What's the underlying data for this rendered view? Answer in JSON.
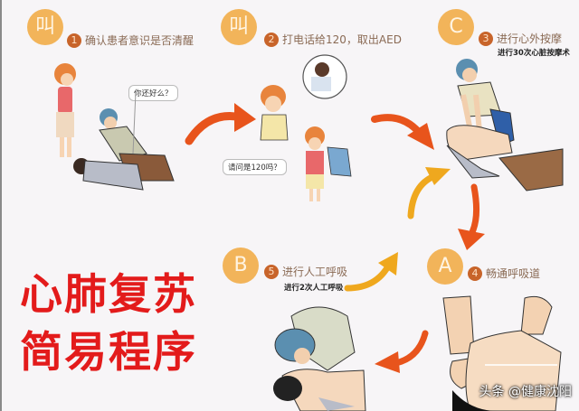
{
  "title": {
    "line1": "心肺复苏",
    "line2": "简易程序",
    "color": "#e31b1b"
  },
  "steps": [
    {
      "badge": "叫",
      "number": "1",
      "label": "确认患者意识是否清醒",
      "sub": ""
    },
    {
      "badge": "叫",
      "number": "2",
      "label": "打电话给120，取出AED",
      "sub": ""
    },
    {
      "badge": "C",
      "number": "3",
      "label": "进行心外按摩",
      "sub": "进行30次心脏按摩术"
    },
    {
      "badge": "A",
      "number": "4",
      "label": "畅通呼吸道",
      "sub": ""
    },
    {
      "badge": "B",
      "number": "5",
      "label": "进行人工呼吸",
      "sub": "进行2次人工呼吸"
    }
  ],
  "bubbles": {
    "step1": "你还好么？",
    "step2": "请问是120吗？"
  },
  "watermark": "头条 @健康沈阳",
  "colors": {
    "badge": "#f2b45a",
    "number_circle": "#c8642a",
    "arrow_red": "#e8541c",
    "arrow_yellow": "#efa81e"
  }
}
